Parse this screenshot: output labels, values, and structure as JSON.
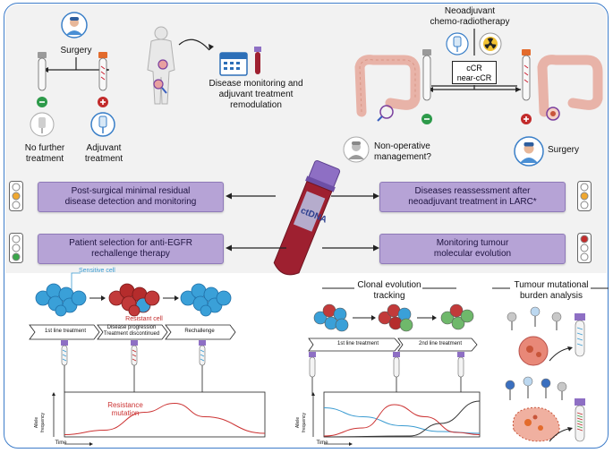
{
  "top_left": {
    "surgery": "Surgery",
    "no_further_treatment": [
      "No further",
      "treatment"
    ],
    "adjuvant_treatment": [
      "Adjuvant",
      "treatment"
    ],
    "monitoring": [
      "Disease monitoring and",
      "adjuvant treatment",
      "remodulation"
    ]
  },
  "top_right": {
    "neoadjuvant": [
      "Neoadjuvant",
      "chemo-radiotherapy"
    ],
    "response": [
      "cCR",
      "near-cCR"
    ],
    "non_operative": [
      "Non-operative",
      "management?"
    ],
    "surgery": "Surgery"
  },
  "boxes": {
    "mrd": [
      "Post-surgical minimal residual",
      "disease detection and monitoring"
    ],
    "reassess": [
      "Diseases reassessment after",
      "neoadjuvant treatment in LARC*"
    ],
    "egfr": [
      "Patient selection for anti-EGFR",
      "rechallenge therapy"
    ],
    "evolution": [
      "Monitoring tumour",
      "molecular evolution"
    ]
  },
  "bottom_left": {
    "sensitive_cell": "Sensitive cell",
    "resistant_cell": "Resistant cell",
    "steps": [
      "1st line treatment",
      "Disease progression\nTreatment discontinued",
      "Rechallenge"
    ],
    "step_lines": [
      [
        "1st line treatment"
      ],
      [
        "Disease progression",
        "Treatment discontinued"
      ],
      [
        "Rechallenge"
      ]
    ],
    "curve_label": [
      "Resistance",
      "mutation"
    ],
    "y_label": [
      "Allele",
      "frequency"
    ],
    "x_label": "Time"
  },
  "bottom_mid": {
    "title": [
      "Clonal evolution",
      "tracking"
    ],
    "steps": [
      "1st line treatment",
      "2nd line treatment"
    ],
    "y_label": [
      "Allele",
      "frequency"
    ],
    "x_label": "Time"
  },
  "bottom_right": {
    "title": [
      "Tumour mutational",
      "burden analysis"
    ]
  },
  "chart_data": [
    {
      "type": "line",
      "title": "",
      "xlabel": "Time",
      "ylabel": "Allele frequency",
      "series": [
        {
          "name": "Resistance mutation",
          "x": [
            0,
            0.2,
            0.4,
            0.55,
            0.7,
            1.0
          ],
          "values": [
            0.05,
            0.15,
            0.55,
            0.75,
            0.45,
            0.08
          ],
          "color": "#cc3333"
        }
      ]
    },
    {
      "type": "line",
      "title": "",
      "xlabel": "Time",
      "ylabel": "Allele frequency",
      "series": [
        {
          "x": [
            0,
            0.25,
            0.5,
            0.75,
            1.0
          ],
          "values": [
            0.65,
            0.45,
            0.25,
            0.12,
            0.08
          ],
          "color": "#3a9bd1"
        },
        {
          "x": [
            0,
            0.25,
            0.45,
            0.65,
            0.85,
            1.0
          ],
          "values": [
            0.02,
            0.2,
            0.72,
            0.45,
            0.1,
            0.05
          ],
          "color": "#cc3333"
        },
        {
          "x": [
            0,
            0.55,
            0.75,
            1.0
          ],
          "values": [
            0.0,
            0.02,
            0.3,
            0.8
          ],
          "color": "#333333"
        }
      ]
    }
  ],
  "colors": {
    "frame": "#3d7cc9",
    "box": "#b6a3d6",
    "tube_cap": "#8e6fc4",
    "blood": "#9e2030"
  }
}
